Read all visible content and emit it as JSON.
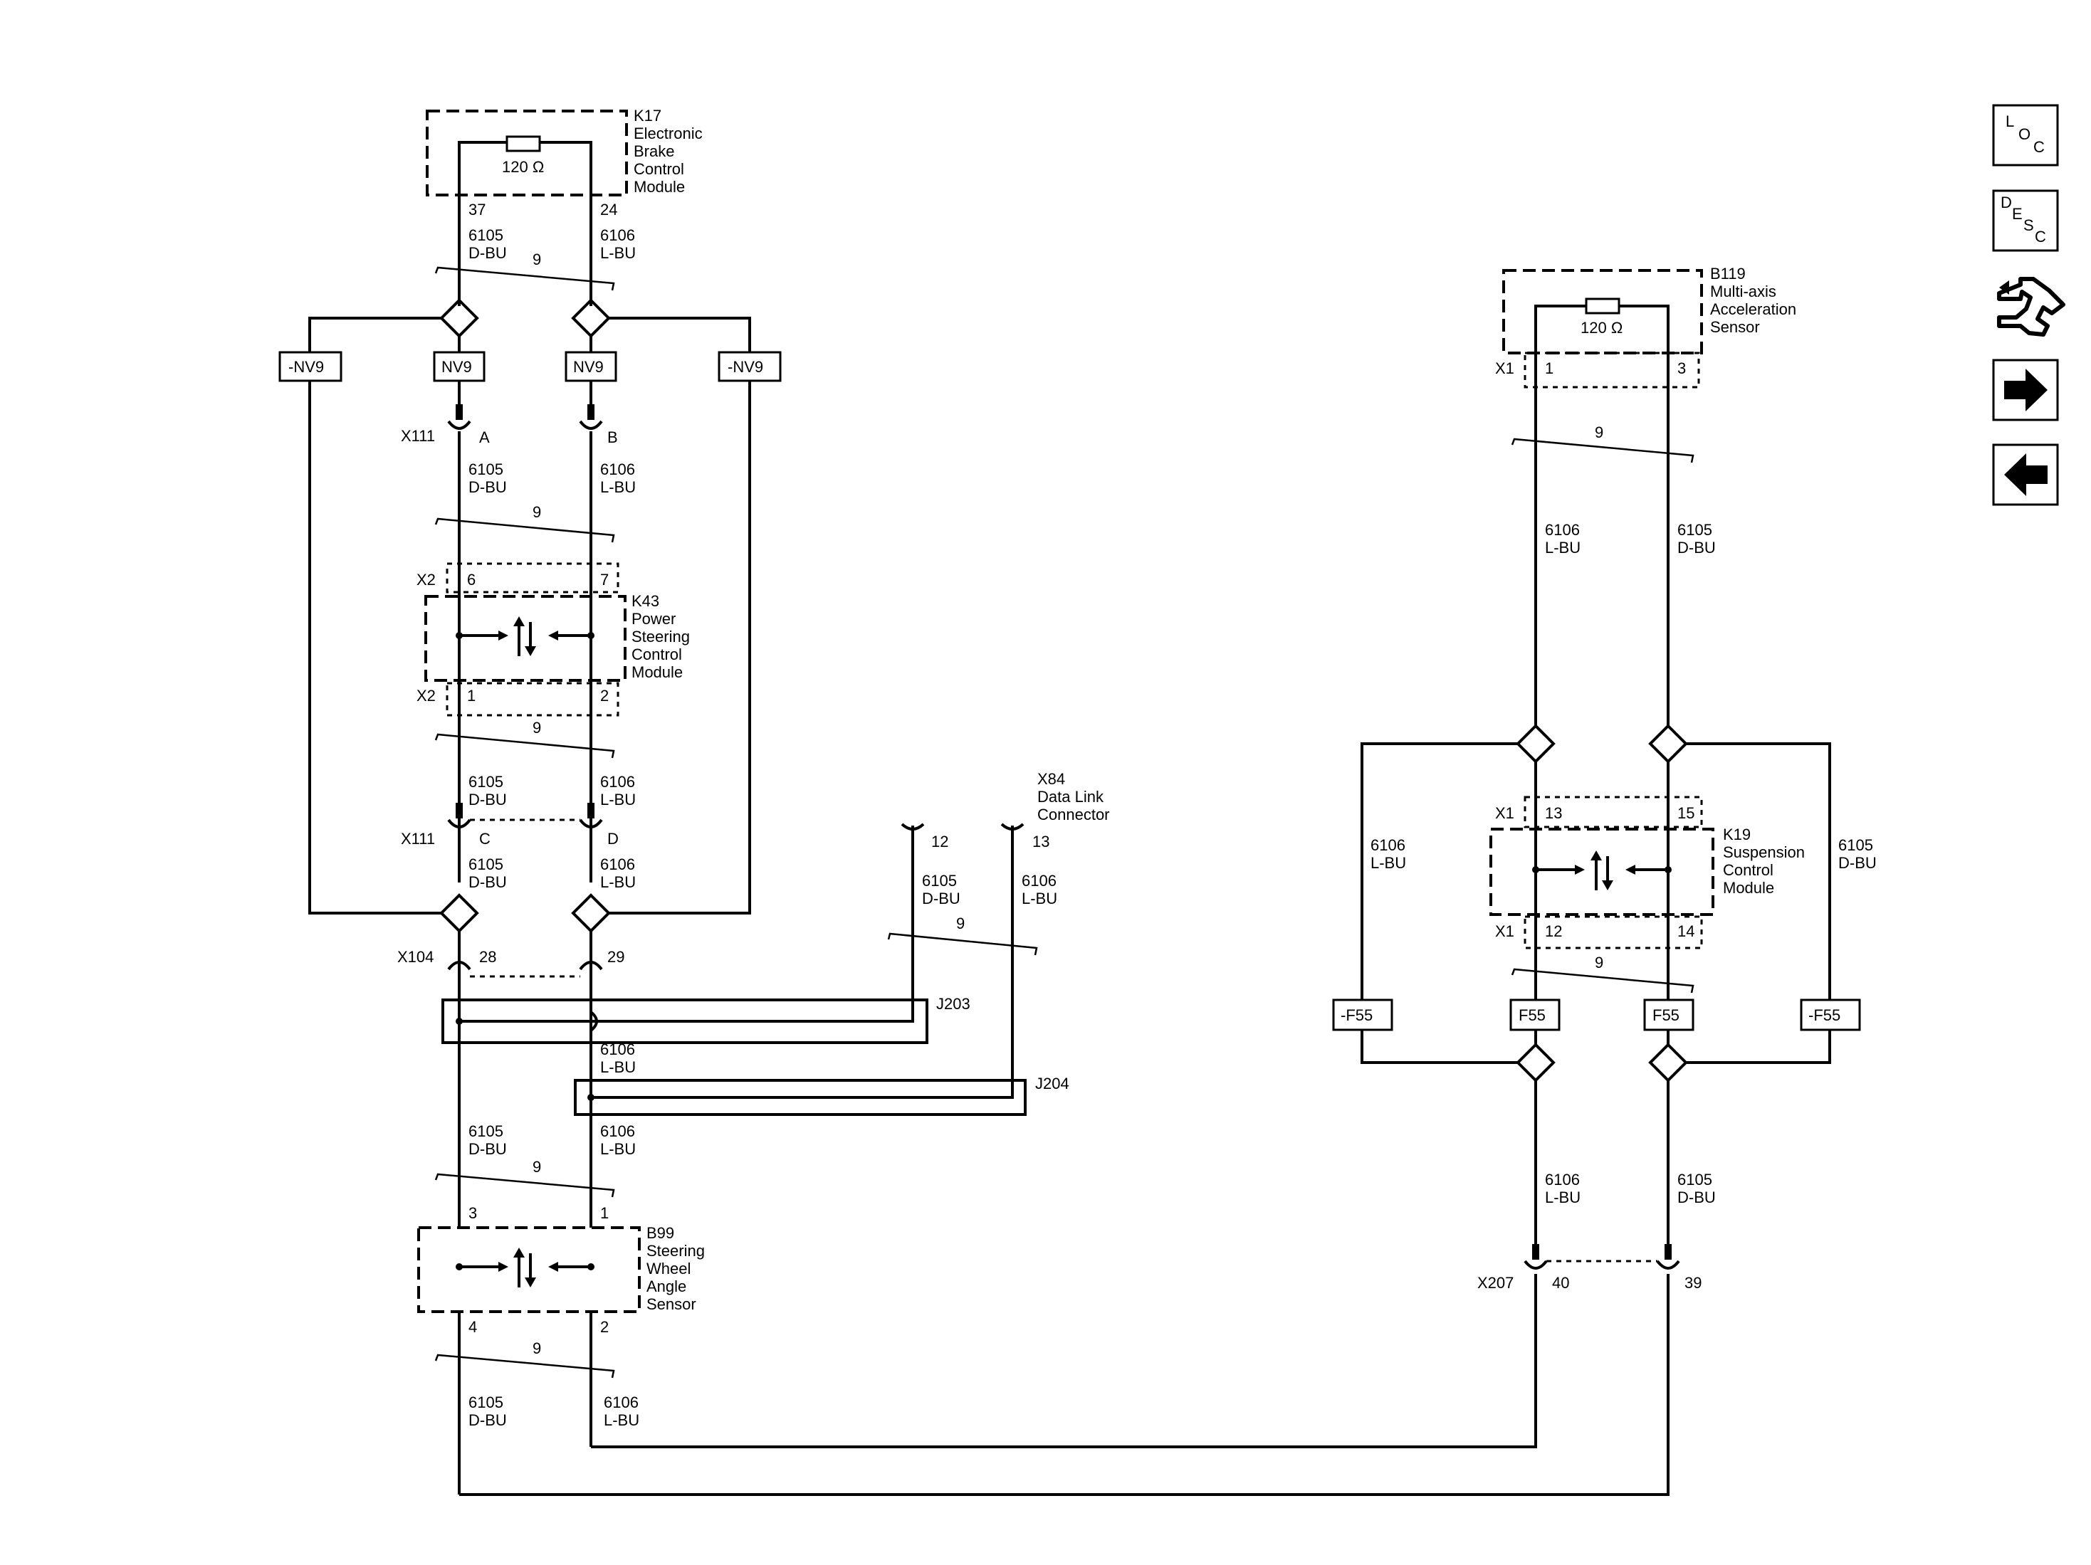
{
  "nav": {
    "loc": {
      "l1": "L",
      "l2": "O",
      "l3": "C"
    },
    "desc": {
      "l1": "D",
      "l2": "E",
      "l3": "S",
      "l4": "C"
    }
  },
  "modules": {
    "k17": {
      "ref": "K17",
      "name1": "Electronic",
      "name2": "Brake",
      "name3": "Control",
      "name4": "Module",
      "resistor": "120 Ω",
      "pin_a": "37",
      "pin_b": "24"
    },
    "k43": {
      "ref": "K43",
      "name1": "Power",
      "name2": "Steering",
      "name3": "Control",
      "name4": "Module",
      "conn_top": "X2",
      "pin_top_a": "6",
      "pin_top_b": "7",
      "conn_bot": "X2",
      "pin_bot_a": "1",
      "pin_bot_b": "2"
    },
    "b99": {
      "ref": "B99",
      "name1": "Steering",
      "name2": "Wheel",
      "name3": "Angle",
      "name4": "Sensor",
      "pin_tl": "3",
      "pin_tr": "1",
      "pin_bl": "4",
      "pin_br": "2"
    },
    "b119": {
      "ref": "B119",
      "name1": "Multi-axis",
      "name2": "Acceleration",
      "name3": "Sensor",
      "resistor": "120 Ω",
      "conn": "X1",
      "pin_a": "1",
      "pin_b": "3"
    },
    "k19": {
      "ref": "K19",
      "name1": "Suspension",
      "name2": "Control",
      "name3": "Module",
      "conn_top": "X1",
      "pin_top_a": "13",
      "pin_top_b": "15",
      "conn_bot": "X1",
      "pin_bot_a": "12",
      "pin_bot_b": "14"
    },
    "x84": {
      "ref": "X84",
      "name1": "Data Link",
      "name2": "Connector",
      "pin_a": "12",
      "pin_b": "13"
    }
  },
  "connectors": {
    "x111_top": {
      "ref": "X111",
      "pin_a": "A",
      "pin_b": "B"
    },
    "x111_bot": {
      "ref": "X111",
      "pin_a": "C",
      "pin_b": "D"
    },
    "x104": {
      "ref": "X104",
      "pin_a": "28",
      "pin_b": "29"
    },
    "x207": {
      "ref": "X207",
      "pin_a": "40",
      "pin_b": "39"
    }
  },
  "splices": {
    "j203": "J203",
    "j204": "J204"
  },
  "options": {
    "nv9": "NV9",
    "not_nv9": "-NV9",
    "f55": "F55",
    "not_f55": "-F55"
  },
  "wires": {
    "dbu": {
      "circuit": "6105",
      "color": "D-BU"
    },
    "lbu": {
      "circuit": "6106",
      "color": "L-BU"
    },
    "twist": "9"
  }
}
